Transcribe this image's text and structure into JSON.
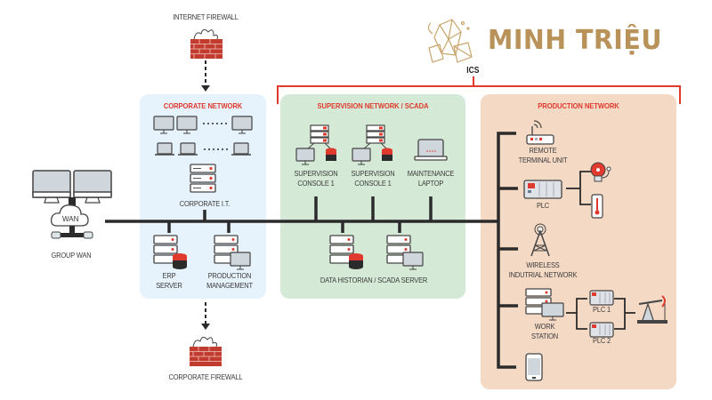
{
  "brand": {
    "name": "MINH TRIỆU",
    "color": "#b9925a"
  },
  "ics_label": "ICS",
  "colors": {
    "accent_red": "#e03a2f",
    "line": "#2b2b2b",
    "corporate_bg": "#e6f3fc",
    "scada_bg": "#d5ead6",
    "production_bg": "#f4d9c5"
  },
  "firewalls": {
    "internet": "INTERNET FIREWALL",
    "corporate": "CORPORATE FIREWALL"
  },
  "group_wan": {
    "cloud_label": "WAN",
    "label": "GROUP WAN"
  },
  "zones": {
    "corporate": {
      "title": "CORPORATE NETWORK",
      "nodes": {
        "it": "CORPORATE I.T.",
        "erp": "ERP\nSERVER",
        "prod_mgmt": "PRODUCTION\nMANAGEMENT"
      }
    },
    "scada": {
      "title": "SUPERVISION NETWORK / SCADA",
      "nodes": {
        "console_a": "SUPERVISION\nCONSOLE 1",
        "console_b": "SUPERVISION\nCONSOLE 1",
        "laptop": "MAINTENANCE\nLAPTOP",
        "historian": "DATA HISTORIAN / SCADA SERVER"
      }
    },
    "production": {
      "title": "PRODUCTION NETWORK",
      "nodes": {
        "rtu": "REMOTE\nTERMINAL UNIT",
        "plc": "PLC",
        "wireless": "WIRELESS\nINDUTRIAL NETWORK",
        "workstation": "WORK\nSTATION",
        "plc1": "PLC 1",
        "plc2": "PLC 2"
      }
    }
  }
}
